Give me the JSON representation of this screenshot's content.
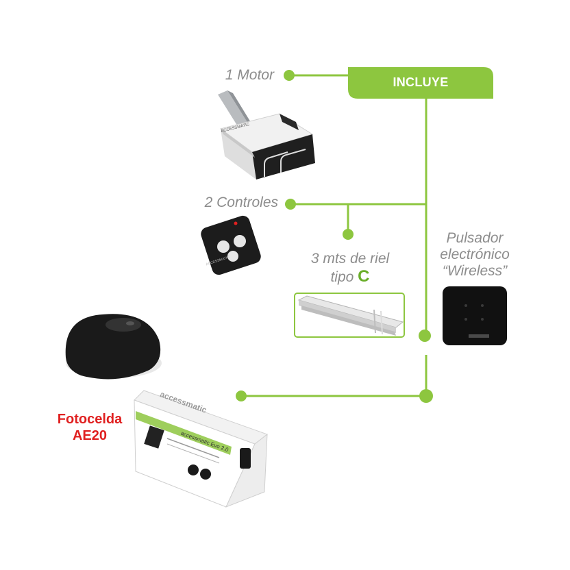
{
  "header": {
    "includes_label": "INCLUYE"
  },
  "items": {
    "motor": "1 Motor",
    "controls": "2 Controles",
    "rail_line1": "3 mts de riel",
    "rail_line2": "tipo",
    "rail_type": "C",
    "button_line1": "Pulsador",
    "button_line2": "electrónico",
    "button_line3": "“Wireless”",
    "photocell_line1": "Fotocelda",
    "photocell_line2": "AE20"
  },
  "product_text": {
    "brand_motor": "ACCESSMATIC",
    "brand_box": "accessmatic",
    "box_model": "accessmatic Evo 2.0",
    "remote_brand": "ACCESSMATIC"
  },
  "colors": {
    "accent_green": "#8dc63f",
    "label_grey": "#8c8c8c",
    "photocell_red": "#e02020"
  },
  "icons": [
    "motor-image",
    "remote-control-image",
    "rail-image",
    "wireless-button-image",
    "photocell-image",
    "product-box-image"
  ]
}
